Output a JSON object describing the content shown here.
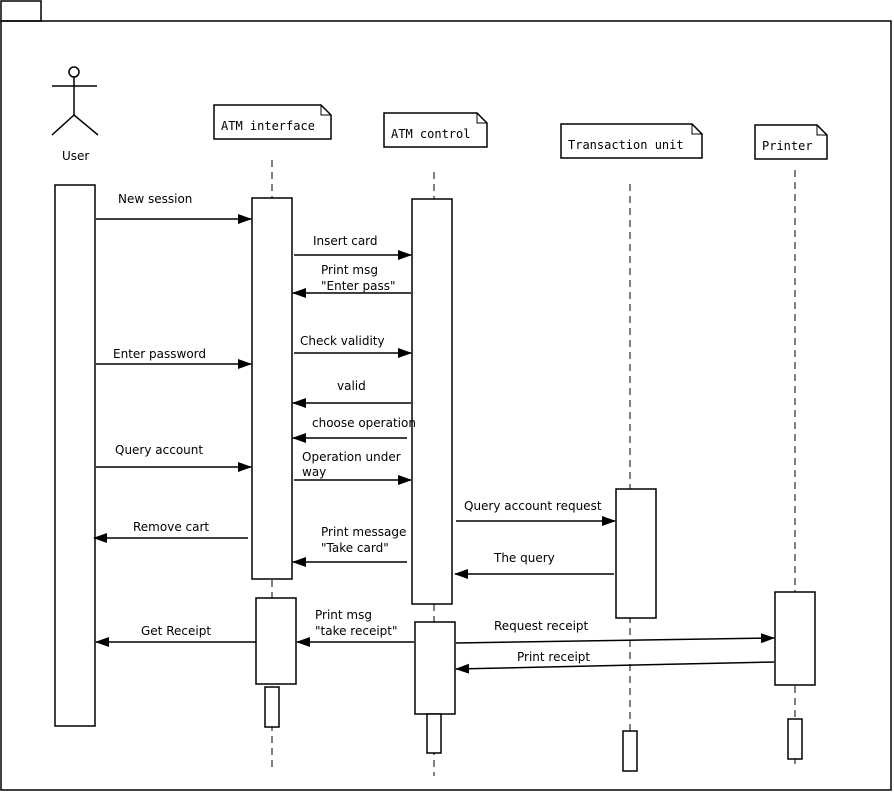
{
  "actor": {
    "label": "User"
  },
  "objects": {
    "atm_interface": "ATM interface",
    "atm_control": "ATM control",
    "transaction_unit": "Transaction unit",
    "printer": "Printer"
  },
  "messages": {
    "new_session": "New session",
    "insert_card": "Insert card",
    "print_msg_1": "Print msg",
    "enter_pass": "\"Enter pass\"",
    "check_validity": "Check validity",
    "enter_password": "Enter password",
    "valid": "valid",
    "choose_operation": "choose operation",
    "query_account": "Query account",
    "operation_under": "Operation under",
    "way": "way",
    "query_account_request": "Query account request",
    "remove_cart": "Remove cart",
    "print_message": "Print message",
    "take_card": "\"Take card\"",
    "the_query": "The query",
    "get_receipt": "Get Receipt",
    "print_msg_2": "Print msg",
    "take_receipt": "\"take receipt\"",
    "request_receipt": "Request receipt",
    "print_receipt": "Print receipt"
  }
}
